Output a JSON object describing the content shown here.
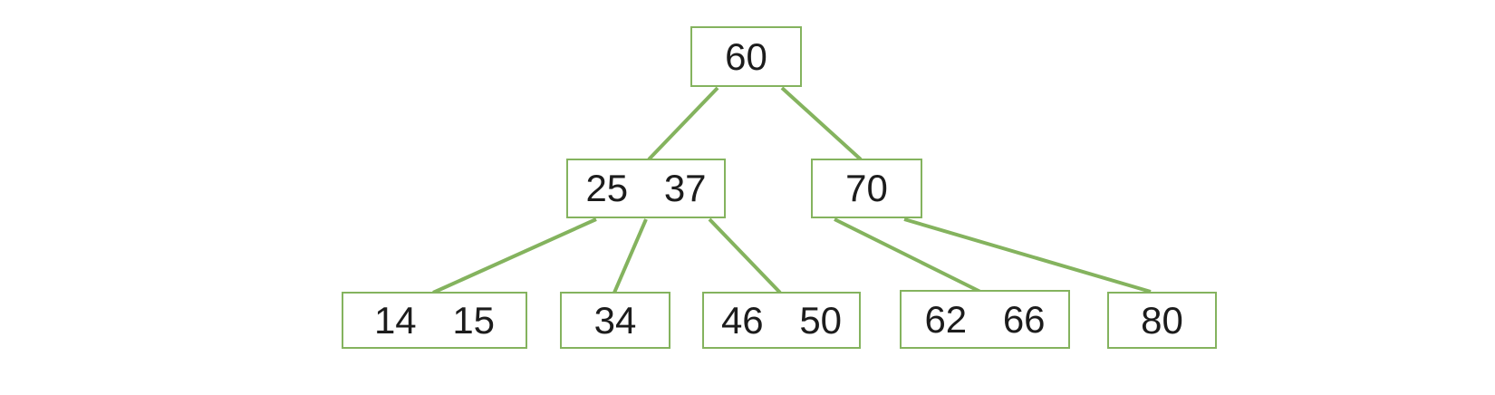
{
  "style": {
    "line_color": "#84B35E",
    "node_border_color": "#84B35E",
    "node_fill": "#ffffff",
    "text_color": "#1c1c1c",
    "background": "#ffffff"
  },
  "tree": {
    "type": "b-tree",
    "nodes": [
      {
        "id": "60",
        "keys": "60",
        "level": 0
      },
      {
        "id": "25-37",
        "keys": "25 37",
        "level": 1
      },
      {
        "id": "70",
        "keys": "70",
        "level": 1
      },
      {
        "id": "14-15",
        "keys": "14 15",
        "level": 2
      },
      {
        "id": "34",
        "keys": "34",
        "level": 2
      },
      {
        "id": "46-50",
        "keys": "46 50",
        "level": 2
      },
      {
        "id": "62-66",
        "keys": "62 66",
        "level": 2
      },
      {
        "id": "80",
        "keys": "80",
        "level": 2
      }
    ],
    "edges": [
      {
        "from": "60",
        "to": "25-37"
      },
      {
        "from": "60",
        "to": "70"
      },
      {
        "from": "25-37",
        "to": "14-15"
      },
      {
        "from": "25-37",
        "to": "34"
      },
      {
        "from": "25-37",
        "to": "46-50"
      },
      {
        "from": "70",
        "to": "62-66"
      },
      {
        "from": "70",
        "to": "80"
      }
    ]
  }
}
